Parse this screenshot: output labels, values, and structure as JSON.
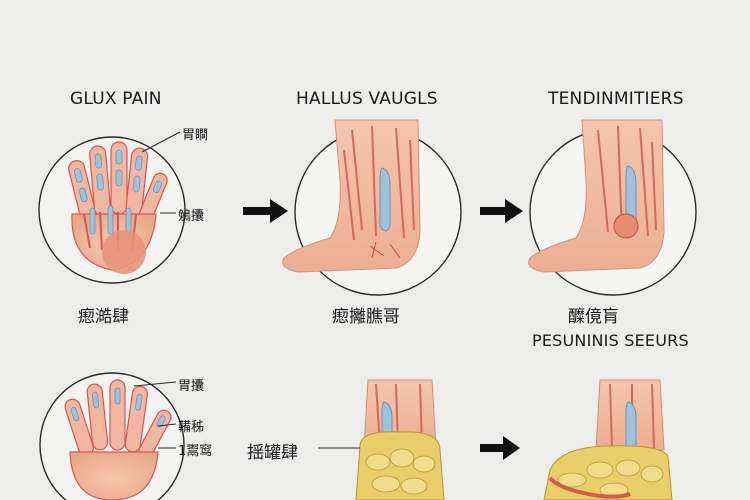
{
  "titles": [
    "GLUX PAIN",
    "HALLUS VAUGLS",
    "TENDINMITIERS"
  ],
  "captions": [
    "瘛澔肆",
    "瘛攡膲哥",
    "醾傹肓"
  ],
  "subcaption": "PESUNINIS SEEURS",
  "hand_top_labels": [
    "胃瞷",
    "鵵攮"
  ],
  "hand_bottom_labels": [
    "胃攮",
    "鞴秭",
    "1鬻窎"
  ],
  "bottom_middle_label": "揺罐肆",
  "colors": {
    "skin": "#f2bda0",
    "muscle": "#d9574f",
    "bone_blue": "#9fc2dc",
    "bone_yellow": "#e8cf6a",
    "circle": "#2a2a2a",
    "background": "#ededec"
  }
}
